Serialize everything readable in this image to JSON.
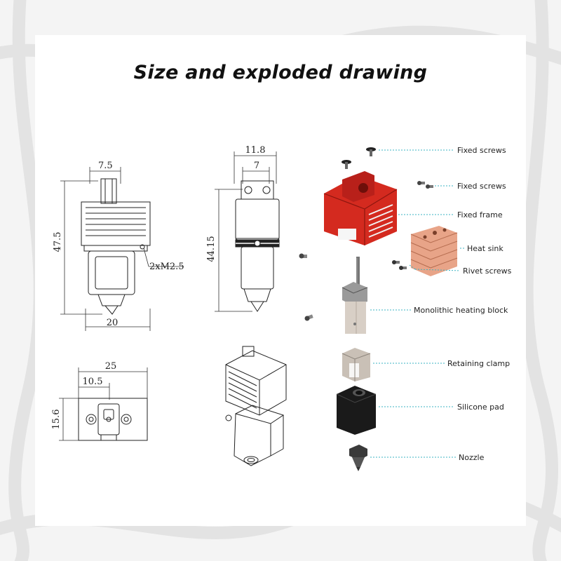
{
  "title": "Size and exploded drawing",
  "dimensions": {
    "front_top_width": "7.5",
    "front_height": "47.5",
    "front_screw": "2xM2.5",
    "front_width": "20",
    "side_top_width": "11.8",
    "side_inner_width": "7",
    "side_height": "44.15",
    "bottom_width": "25",
    "bottom_inner_width": "10.5",
    "bottom_height": "15.6"
  },
  "parts": [
    {
      "label": "Fixed screws"
    },
    {
      "label": "Fixed screws"
    },
    {
      "label": "Fixed frame"
    },
    {
      "label": "Heat sink"
    },
    {
      "label": "Rivet screws"
    },
    {
      "label": "Monolithic heating block"
    },
    {
      "label": "Retaining clamp"
    },
    {
      "label": "Silicone pad"
    },
    {
      "label": "Nozzle"
    }
  ],
  "colors": {
    "frame_red": "#d42a1f",
    "heatsink_copper": "#e8a488",
    "leader_teal": "#3bb3c3",
    "silicone_black": "#1a1a1a",
    "clamp_gray": "#c9c0b6"
  }
}
